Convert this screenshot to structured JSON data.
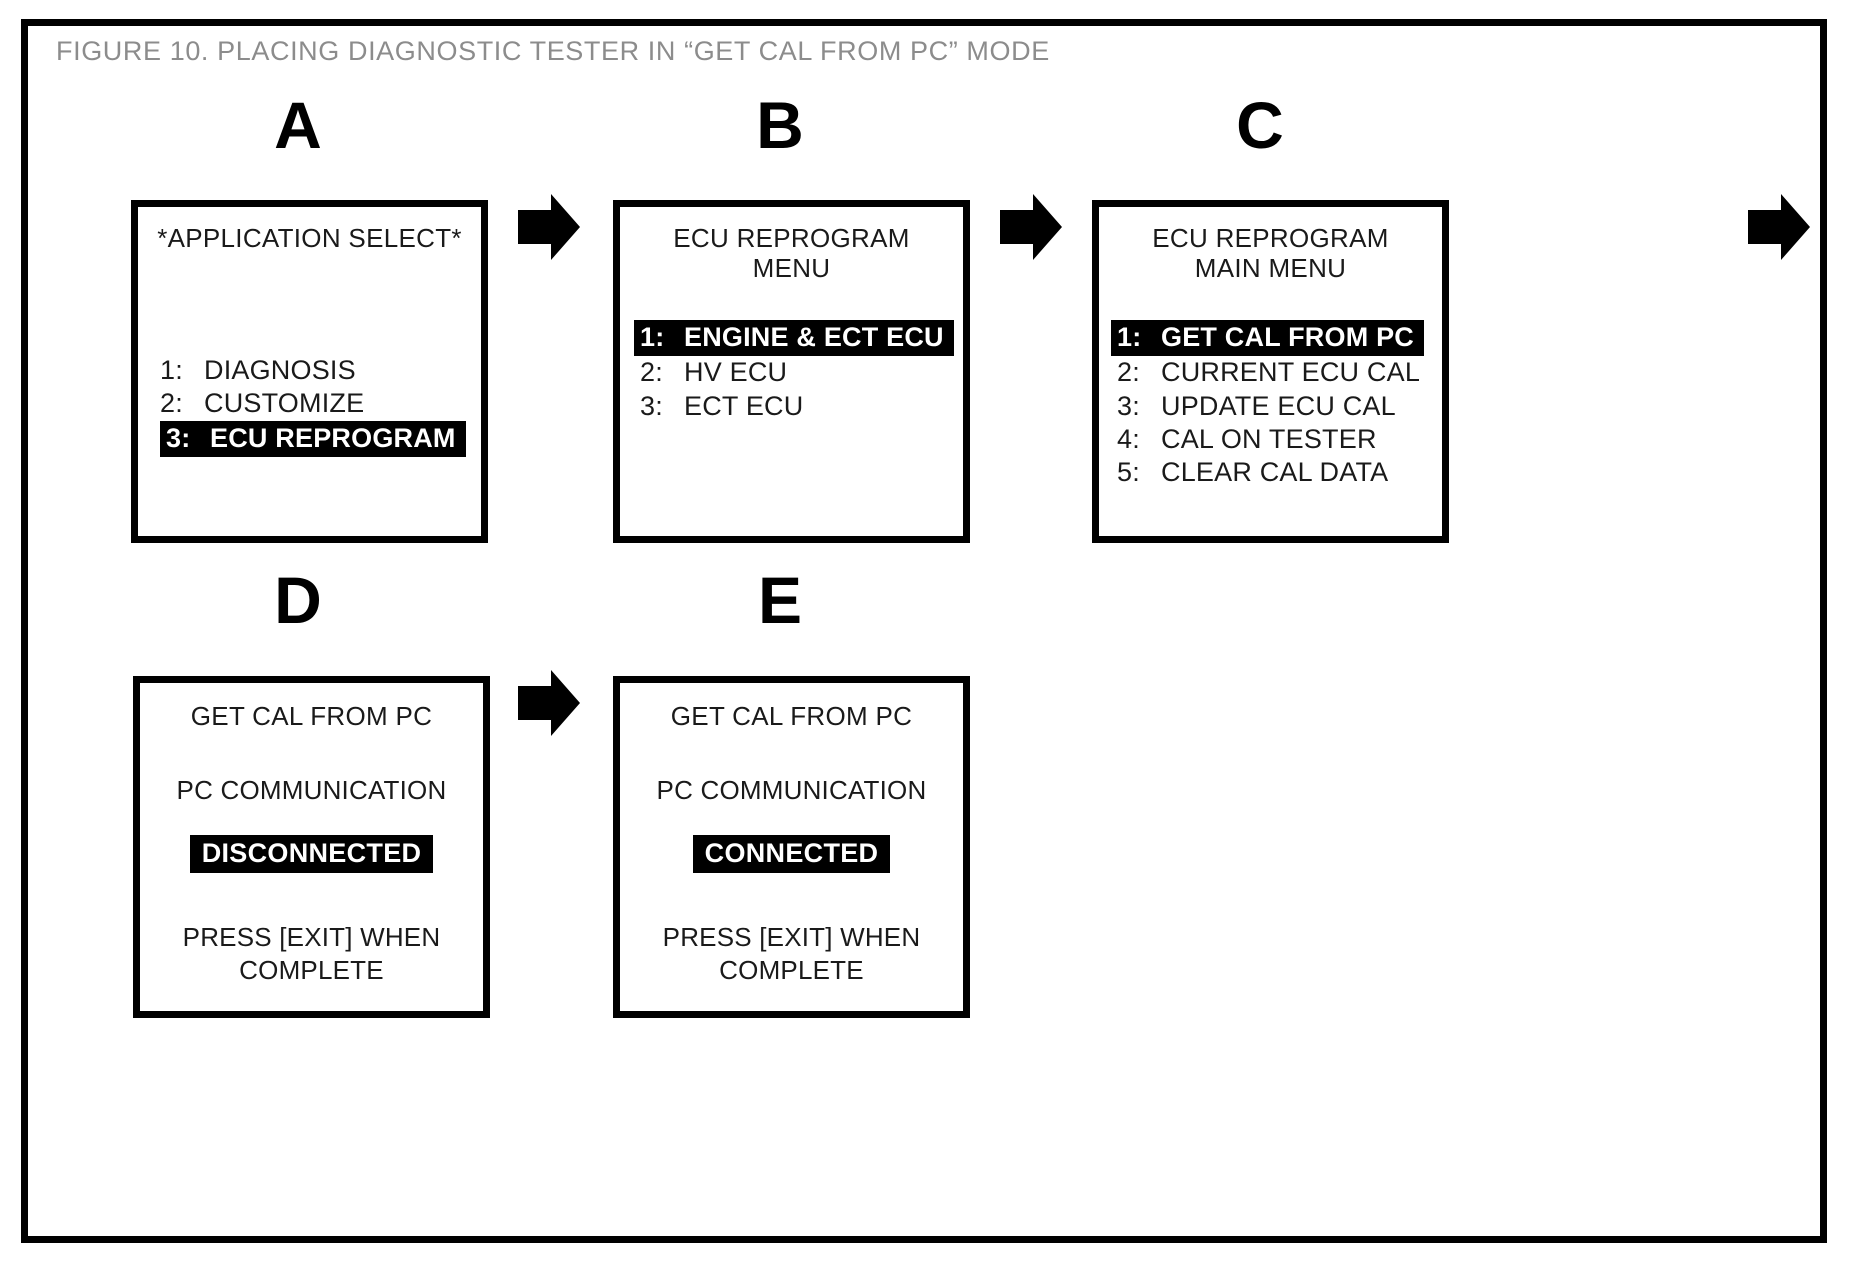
{
  "figure": {
    "title": "FIGURE 10.  PLACING DIAGNOSTIC TESTER IN “GET CAL FROM PC” MODE",
    "title_color": "#8c8c8c",
    "frame_color": "#000000",
    "background": "#ffffff",
    "highlight_bg": "#000000",
    "highlight_fg": "#ffffff"
  },
  "panels": [
    {
      "letter": "A",
      "screen_title": "*APPLICATION SELECT*",
      "items": [
        {
          "num": "1:",
          "label": "DIAGNOSIS",
          "selected": false
        },
        {
          "num": "2:",
          "label": "CUSTOMIZE",
          "selected": false
        },
        {
          "num": "3:",
          "label": "ECU REPROGRAM",
          "selected": true
        }
      ]
    },
    {
      "letter": "B",
      "screen_title": "ECU REPROGRAM\nMENU",
      "items": [
        {
          "num": "1:",
          "label": "ENGINE & ECT ECU",
          "selected": true
        },
        {
          "num": "2:",
          "label": "HV ECU",
          "selected": false
        },
        {
          "num": "3:",
          "label": "ECT ECU",
          "selected": false
        }
      ]
    },
    {
      "letter": "C",
      "screen_title": "ECU REPROGRAM\nMAIN MENU",
      "items": [
        {
          "num": "1:",
          "label": "GET CAL FROM PC",
          "selected": true
        },
        {
          "num": "2:",
          "label": "CURRENT ECU CAL",
          "selected": false
        },
        {
          "num": "3:",
          "label": "UPDATE ECU CAL",
          "selected": false
        },
        {
          "num": "4:",
          "label": "CAL ON TESTER",
          "selected": false
        },
        {
          "num": "5:",
          "label": "CLEAR CAL DATA",
          "selected": false
        }
      ]
    },
    {
      "letter": "D",
      "screen_title": "GET CAL FROM PC",
      "status_label": "PC COMMUNICATION",
      "status_value": "DISCONNECTED",
      "footer": "PRESS [EXIT] WHEN\nCOMPLETE"
    },
    {
      "letter": "E",
      "screen_title": "GET CAL FROM PC",
      "status_label": "PC COMMUNICATION",
      "status_value": "CONNECTED",
      "footer": "PRESS [EXIT] WHEN\nCOMPLETE"
    }
  ],
  "arrows": [
    {
      "name": "arrow-a-to-b",
      "direction": "right"
    },
    {
      "name": "arrow-b-to-c",
      "direction": "right"
    },
    {
      "name": "arrow-c-to-d",
      "direction": "right"
    },
    {
      "name": "arrow-d-to-e",
      "direction": "right"
    }
  ]
}
